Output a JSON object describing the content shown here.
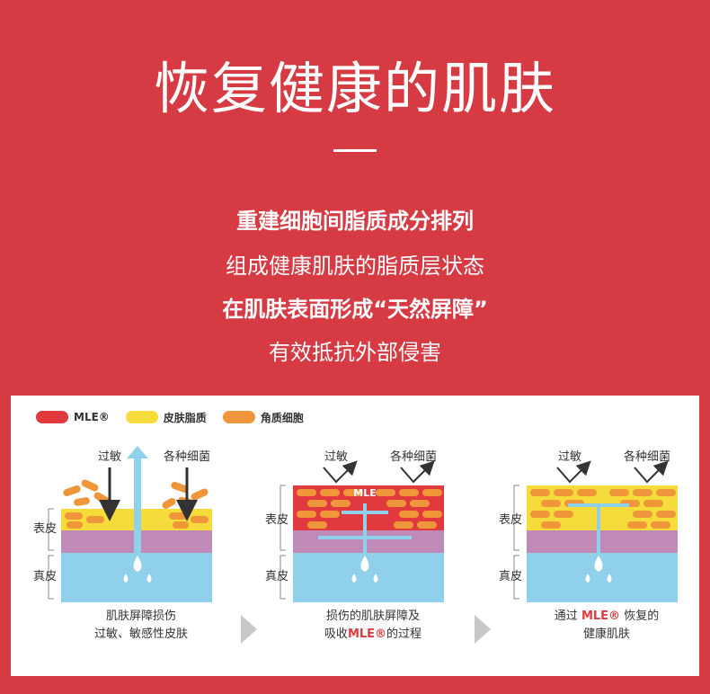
{
  "title": "恢复健康的肌肤",
  "lines": [
    "重建细胞间脂质成分排列",
    "组成健康肌肤的脂质层状态",
    "在肌肤表面形成“天然屏障”",
    "有效抵抗外部侵害"
  ],
  "legend": {
    "mle": "MLE®",
    "lipid": "皮肤脂质",
    "keratin": "角质细胞"
  },
  "colors": {
    "background": "#d63b44",
    "mle": "#e03a3e",
    "lipid": "#f6dc3a",
    "keratin": "#ef963a",
    "epidermis_lower": "#c08ab8",
    "dermis": "#8fd0ea"
  },
  "diagram_labels": {
    "allergy": "过敏",
    "bacteria": "各种细菌",
    "epidermis": "表皮",
    "dermis": "真皮",
    "mle_tag": "MLE"
  },
  "captions": {
    "c1_line1": "肌肤屏障损伤",
    "c1_line2": "过敏、敏感性皮肤",
    "c2_line1": "损伤的肌肤屏障及",
    "c2_line2_pre": "吸收",
    "c2_line2_mle": "MLE®",
    "c2_line2_post": "的过程",
    "c3_line1_pre": "通过",
    "c3_line1_mle": "MLE®",
    "c3_line1_post": "恢复的",
    "c3_line2": "健康肌肤"
  }
}
